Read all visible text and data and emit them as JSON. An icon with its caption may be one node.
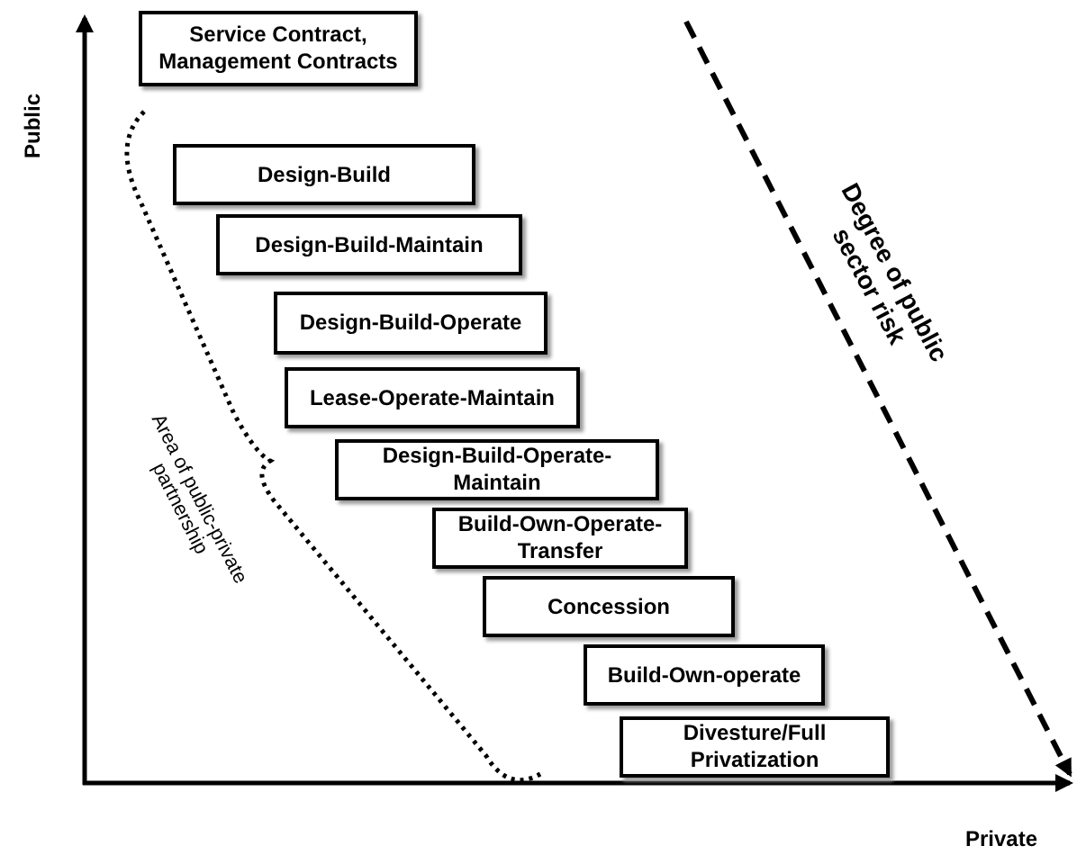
{
  "diagram": {
    "nodes": [
      {
        "text": [
          "Service Contract, Management Contracts"
        ]
      },
      {
        "text": [
          "Design-Build"
        ]
      },
      {
        "text": [
          "Design-Build-Maintain"
        ]
      },
      {
        "text": [
          "Design-Build-Operate"
        ]
      },
      {
        "text": [
          "Lease-Operate-Maintain"
        ]
      },
      {
        "text": [
          "Design-Build-Operate-Maintain"
        ]
      },
      {
        "text": [
          "Build-Own-Operate-Transfer"
        ]
      },
      {
        "text": [
          "Concession"
        ]
      },
      {
        "text": [
          "Build-Own-operate"
        ]
      },
      {
        "text": [
          "Divesture/Full Privatization"
        ]
      }
    ],
    "labels": [
      "Public",
      "Private",
      "Degree of public sector risk",
      "Area of public-private partnership"
    ]
  }
}
